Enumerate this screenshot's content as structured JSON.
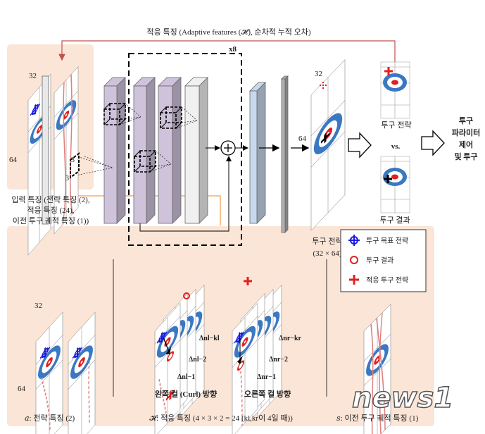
{
  "top_feedback_label": "적응 특징 (Adaptive features (𝓗), 순차적 누적 오차)",
  "repeat_label": "x8",
  "input_dims": {
    "width": "32",
    "height": "64",
    "kernel_a": "3",
    "kernel_b": "3"
  },
  "output_dims": {
    "width": "32",
    "height": "64"
  },
  "output_caption": [
    "투구 전략",
    "(32 × 64)"
  ],
  "compare": {
    "strategy": "투구 전략",
    "vs": "vs.",
    "result": "투구 결과"
  },
  "final_action": [
    "투구",
    "파라미터",
    "제어",
    "및 투구"
  ],
  "input_caption": [
    "입력 특징 (전략 특징 (2),",
    "적응 특징 (24),",
    "이전 투구 궤적 특징 (1))"
  ],
  "legend": [
    {
      "icon": "blue-crosshair",
      "label": "투구 목표 전략"
    },
    {
      "icon": "red-circle",
      "label": "투구 결과"
    },
    {
      "icon": "red-cross",
      "label": "적응 투구 전략"
    }
  ],
  "panel_a": {
    "dims_w": "32",
    "dims_h": "64",
    "caption": "𝑎: 전략 특징 (2)"
  },
  "panel_h": {
    "left_labels": [
      "Δnl−kl",
      "Δnl−2",
      "Δnl−1"
    ],
    "right_labels": [
      "Δnr−kr",
      "Δnr−2",
      "Δnr−1"
    ],
    "left_title": "왼쪽 컬 (Curl) 방향",
    "right_title": "오른쪽 컬 방향",
    "caption": "𝓗: 적응 특징 (4 × 3 × 2 = 24 (kl,kr이 4일 때))"
  },
  "panel_s": {
    "caption": "𝑠: 이전 투구 궤적 특징 (1)"
  },
  "watermark": "news1",
  "colors": {
    "panel_bg": "#fbe5d6",
    "purple": "#cfc3dc",
    "blue_block": "#c9d9ec",
    "ring_blue": "#3a78c2",
    "red": "#e02020",
    "orange": "#f0a050",
    "feedback_red": "#c0504d"
  }
}
